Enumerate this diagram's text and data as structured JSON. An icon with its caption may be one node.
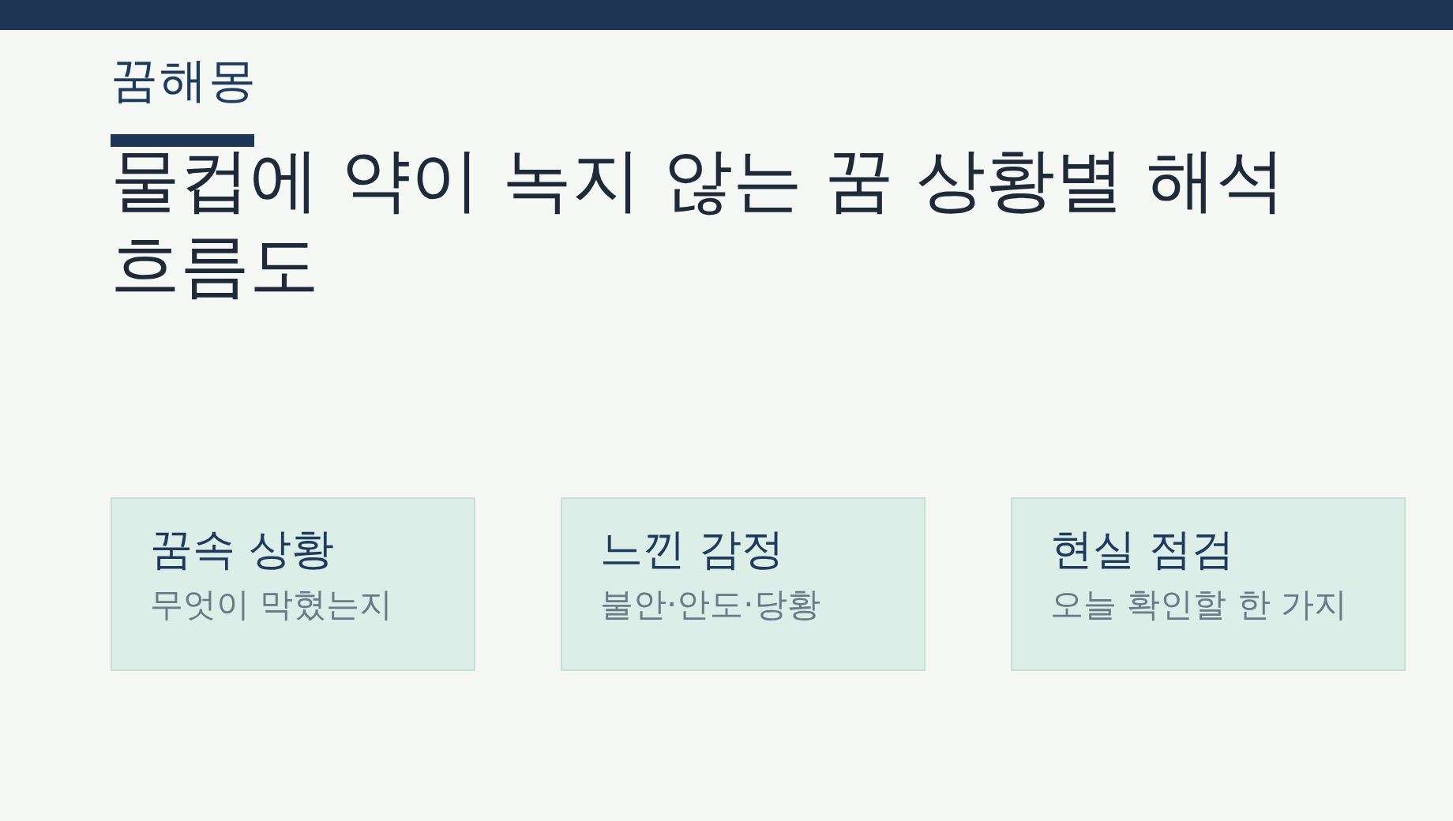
{
  "diagram": {
    "title": "물컵에 약이 녹지 않는 꿈 상황별 해석 흐름도",
    "nodes": [
      {
        "text": [
          "꿈속 상황",
          "무엇이 막혔는지"
        ]
      },
      {
        "text": [
          "느낀 감정",
          "불안·안도·당황"
        ]
      },
      {
        "text": [
          "현실 점검",
          "오늘 확인할 한 가지"
        ]
      }
    ],
    "labels": [
      "꿈해몽"
    ]
  }
}
